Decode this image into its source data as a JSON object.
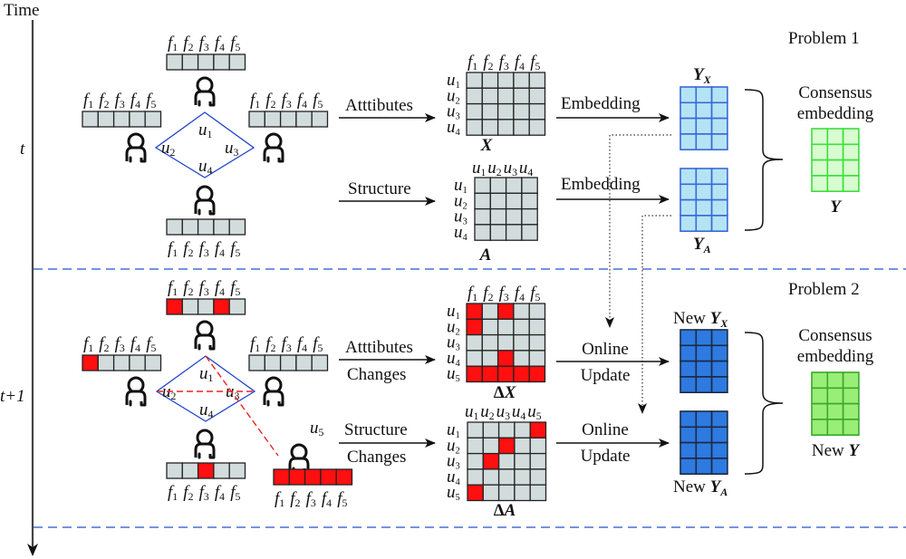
{
  "time_axis": {
    "label": "Time",
    "period_t": "t",
    "period_t1": "t+1"
  },
  "colors": {
    "cell_gray": "#d3dcdc",
    "cell_red": "#ff0f0f",
    "graph_blue": "#2244cc",
    "divider_blue": "#4a6fd8",
    "light_blue_fill": "#b4e4f4",
    "light_blue_stroke": "#3a68d8",
    "dark_blue_fill": "#2e7ae0",
    "light_green_fill": "#d8fbd0",
    "light_green_stroke": "#3ae03a",
    "green_fill": "#99ee77",
    "green_stroke": "#3aa82a",
    "red_dash": "#ee2222"
  },
  "feature_labels": [
    "f",
    "f",
    "f",
    "f",
    "f"
  ],
  "feature_subs": [
    "1",
    "2",
    "3",
    "4",
    "5"
  ],
  "user_labels": [
    "u",
    "u",
    "u",
    "u",
    "u"
  ],
  "user_subs": [
    "1",
    "2",
    "3",
    "4",
    "5"
  ],
  "problem1": {
    "title": "Problem 1",
    "attributes_label": "Atttibutes",
    "structure_label": "Structure",
    "embedding_label_1": "Embedding",
    "embedding_label_2": "Embedding",
    "matrix_x_label": "X",
    "matrix_a_label": "A",
    "yx_label": "Y",
    "yx_sub": "X",
    "ya_label": "Y",
    "ya_sub": "A",
    "consensus_line1": "Consensus",
    "consensus_line2": "embedding",
    "y_label": "Y",
    "user_feature_bars": {
      "u1": [
        0,
        0,
        0,
        0,
        0
      ],
      "u2": [
        0,
        0,
        0,
        0,
        0
      ],
      "u3": [
        0,
        0,
        0,
        0,
        0
      ],
      "u4": [
        0,
        0,
        0,
        0,
        0
      ]
    },
    "matrix_x": [
      [
        0,
        0,
        0,
        0,
        0
      ],
      [
        0,
        0,
        0,
        0,
        0
      ],
      [
        0,
        0,
        0,
        0,
        0
      ],
      [
        0,
        0,
        0,
        0,
        0
      ]
    ],
    "matrix_a": [
      [
        0,
        0,
        0,
        0
      ],
      [
        0,
        0,
        0,
        0
      ],
      [
        0,
        0,
        0,
        0
      ],
      [
        0,
        0,
        0,
        0
      ]
    ]
  },
  "problem2": {
    "title": "Problem 2",
    "attributes_label_1": "Atttibutes",
    "attributes_label_2": "Changes",
    "structure_label_1": "Structure",
    "structure_label_2": "Changes",
    "online_label_1": "Online",
    "update_label_1": "Update",
    "online_label_2": "Online",
    "update_label_2": "Update",
    "delta_symbol": "Δ",
    "matrix_dx_label": "X",
    "matrix_da_label": "A",
    "new_prefix": "New",
    "new_yx_label": "Y",
    "new_yx_sub": "X",
    "new_ya_label": "Y",
    "new_ya_sub": "A",
    "consensus_line1": "Consensus",
    "consensus_line2": "embedding",
    "new_y_label": "Y",
    "new_user_label": "u",
    "new_user_sub": "5",
    "user_feature_bars": {
      "u1": [
        1,
        0,
        0,
        1,
        0
      ],
      "u2": [
        1,
        0,
        0,
        0,
        0
      ],
      "u3": [
        0,
        0,
        0,
        0,
        0
      ],
      "u4": [
        0,
        0,
        1,
        0,
        0
      ],
      "u5": [
        1,
        1,
        1,
        1,
        1
      ]
    },
    "matrix_dx": [
      [
        1,
        0,
        1,
        0,
        0
      ],
      [
        1,
        0,
        0,
        0,
        0
      ],
      [
        0,
        0,
        0,
        0,
        0
      ],
      [
        0,
        0,
        1,
        0,
        0
      ],
      [
        1,
        1,
        1,
        1,
        1
      ]
    ],
    "matrix_da": [
      [
        0,
        0,
        0,
        0,
        1
      ],
      [
        0,
        0,
        1,
        0,
        0
      ],
      [
        0,
        1,
        0,
        0,
        0
      ],
      [
        0,
        0,
        0,
        0,
        0
      ],
      [
        1,
        0,
        0,
        0,
        0
      ]
    ],
    "new_edges": [
      [
        "u2",
        "u3"
      ],
      [
        "u1",
        "u5"
      ]
    ]
  }
}
